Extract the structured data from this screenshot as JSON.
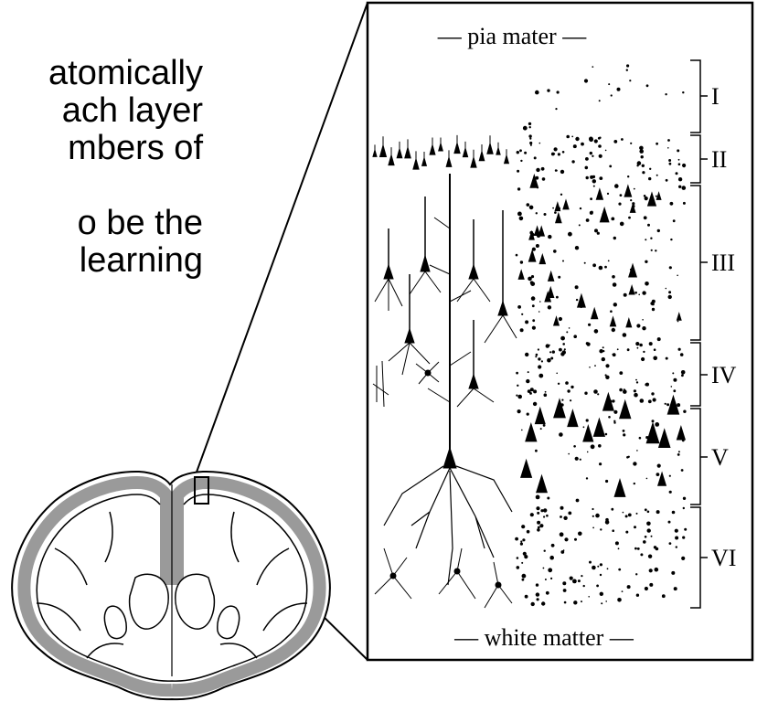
{
  "slide": {
    "text_lines_top": [
      "atomically",
      "ach layer",
      "mbers    of"
    ],
    "text_lines_bottom": [
      "o  be  the",
      "learning"
    ]
  },
  "cortex_panel": {
    "top_label": "— pia mater —",
    "bottom_label": "— white matter —",
    "layers": [
      {
        "label": "I",
        "density": 0.15
      },
      {
        "label": "II",
        "density": 0.9
      },
      {
        "label": "III",
        "density": 0.55
      },
      {
        "label": "IV",
        "density": 0.85
      },
      {
        "label": "V",
        "density": 0.4
      },
      {
        "label": "VI",
        "density": 0.7
      }
    ]
  },
  "colors": {
    "ink": "#000000",
    "cortex_gray": "#9a9a9a",
    "panel_border": "#000000",
    "background": "#ffffff"
  }
}
